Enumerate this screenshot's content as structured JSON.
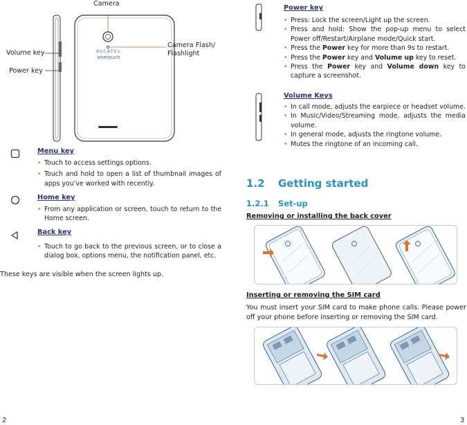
{
  "phone_labels": {
    "camera": "Camera",
    "volume_key": "Volume key",
    "power_key": "Power key",
    "flash_line1": "Camera Flash/",
    "flash_line2": "Flashlight",
    "brand_line1": "ALCATEL",
    "brand_line2": "onetouch"
  },
  "left_keys": [
    {
      "title": "Menu key",
      "icon": "square-icon",
      "bullets": [
        "Touch to access settings options.",
        "Touch and hold to open a list of thumbnail images of apps you've worked with recently."
      ]
    },
    {
      "title": "Home key",
      "icon": "circle-icon",
      "bullets": [
        "From any application or screen, touch to return to the Home screen."
      ]
    },
    {
      "title": "Back key",
      "icon": "back-triangle-icon",
      "bullets": [
        "Touch to go back to the previous screen, or to close a dialog box, options menu, the notification panel, etc."
      ]
    }
  ],
  "left_footer": "These keys are visible when the screen lights up.",
  "power_key": {
    "title": "Power key",
    "bullets": [
      [
        "Press: Lock the screen/Light up the screen."
      ],
      [
        "Press and hold: Show the pop-up menu to select Power off/Restart/Airplane mode/Quick start."
      ],
      [
        "Press the ",
        "Power",
        " key for more than 9s to restart."
      ],
      [
        "Press the ",
        "Power",
        " key and ",
        "Volume up",
        " key to reset."
      ],
      [
        "Press the ",
        "Power",
        " key and ",
        "Volume down",
        " key to capture a screenshot."
      ]
    ]
  },
  "volume_keys": {
    "title": "Volume Keys",
    "bullets": [
      "In call mode, adjusts the earpiece or headset volume.",
      "In Music/Video/Streaming mode, adjusts the media volume.",
      "In general mode, adjusts the ringtone volume.",
      "Mutes the ringtone of an incoming call."
    ]
  },
  "section": {
    "number": "1.2",
    "title": "Getting started"
  },
  "subsection": {
    "number": "1.2.1",
    "title": "Set-up"
  },
  "back_cover": {
    "heading": "Removing or installing the back cover"
  },
  "sim_card": {
    "heading": "Inserting or removing the SIM card",
    "text": "You must insert your SIM card to make phone calls. Please power off your phone before inserting or removing the SIM card."
  },
  "page_numbers": {
    "left": "2",
    "right": "3"
  },
  "colors": {
    "accent_blue": "#2593d3",
    "bullet_orange": "#e07a3c",
    "key_title": "#2a3470"
  }
}
